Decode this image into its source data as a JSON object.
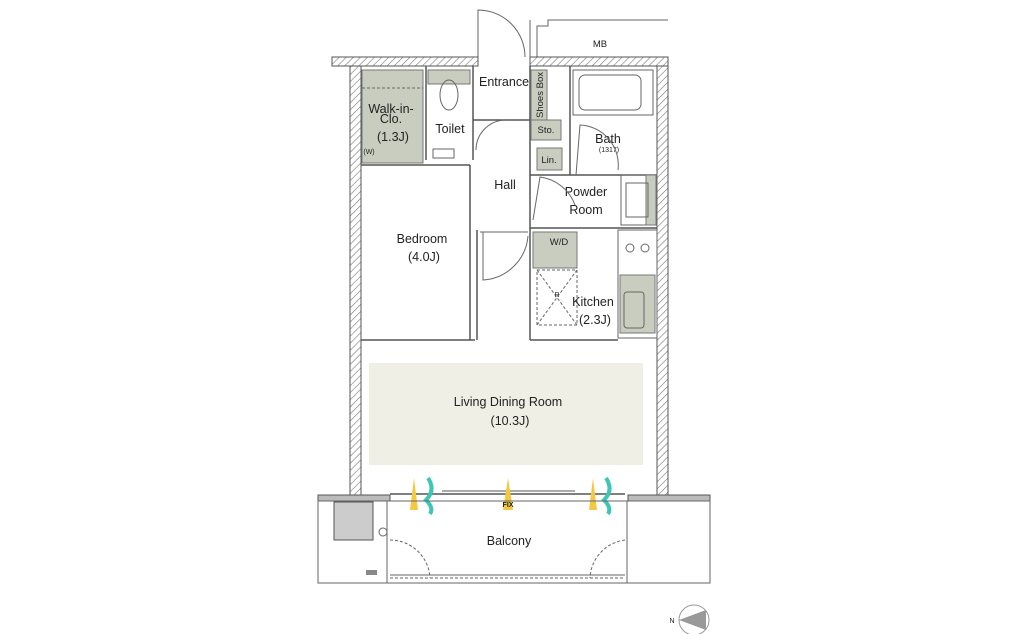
{
  "rooms": {
    "mb": "MB",
    "entrance": "Entrance",
    "shoes_box": "Shoes Box",
    "walk_in_closet": "Walk-in-",
    "walk_in_closet_2": "Clo.",
    "walk_in_closet_size": "(1.3J)",
    "walk_in_w": "(W)",
    "toilet": "Toilet",
    "storage": "Sto.",
    "bath": "Bath",
    "bath_size": "(1317)",
    "linen": "Lin.",
    "hall": "Hall",
    "powder_room_1": "Powder",
    "powder_room_2": "Room",
    "washer_dryer": "W/D",
    "bedroom": "Bedroom",
    "bedroom_size": "(4.0J)",
    "refrigerator": "R",
    "kitchen": "Kitchen",
    "kitchen_size": "(2.3J)",
    "living_dining": "Living Dining Room",
    "living_dining_size": "(10.3J)",
    "fix_window": "FIX",
    "balcony": "Balcony"
  },
  "compass": {
    "north": "N"
  },
  "colors": {
    "fixture": "#c8cdc0",
    "ldk_fill": "#efefe6",
    "airflow_yellow": "#f5c842",
    "airflow_teal": "#3cc6b4"
  }
}
